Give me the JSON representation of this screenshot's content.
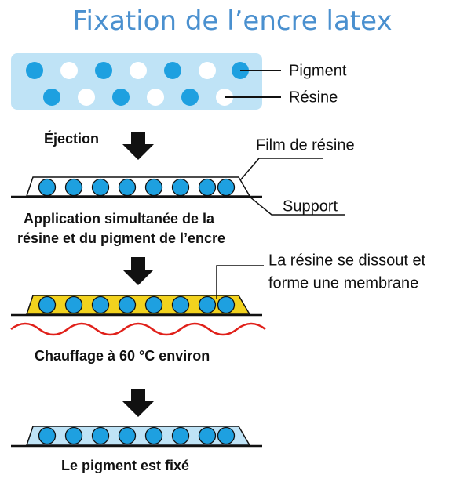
{
  "title": "Fixation de l’encre latex",
  "legend": {
    "pigment": "Pigment",
    "resine": "Résine"
  },
  "steps": {
    "ejection": "Éjection",
    "film": "Film de résine",
    "support": "Support",
    "application_line1": "Application simultanée de la",
    "application_line2": "résine et du pigment de l’encre",
    "dissolve_line1": "La résine se dissout et",
    "dissolve_line2": "forme une membrane",
    "heating": "Chauffage à 60 °C environ",
    "fixed": "Le pigment est fixé"
  },
  "colors": {
    "title": "#4a90cf",
    "pigment": "#1ea0e0",
    "resin_dot": "#ffffff",
    "ink_box": "#bfe3f6",
    "membrane": "#f2d21e",
    "fixed_film": "#bfe3f6",
    "heat_wave": "#e0201a",
    "line": "#111111"
  }
}
